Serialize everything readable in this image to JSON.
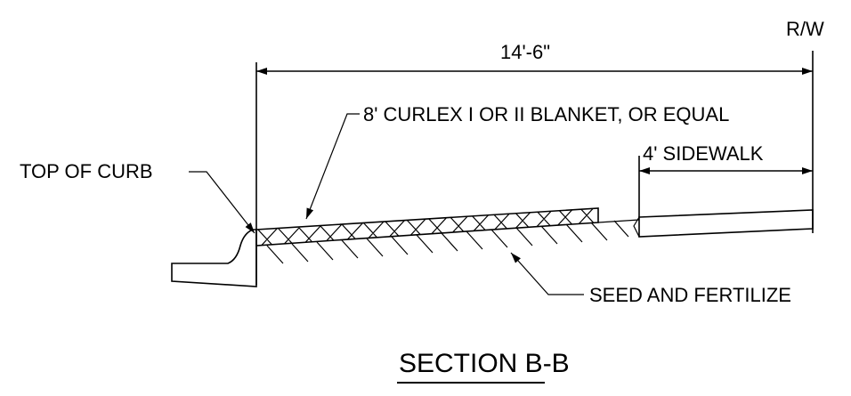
{
  "labels": {
    "row_marker": "R/W",
    "overall_dimension": "14'-6\"",
    "blanket_note": "8' CURLEX I OR II BLANKET, OR EQUAL",
    "sidewalk_dimension": "4' SIDEWALK",
    "top_of_curb": "TOP OF CURB",
    "seed_note": "SEED AND FERTILIZE"
  },
  "title": "SECTION B-B",
  "colors": {
    "line": "#000000",
    "background": "#ffffff"
  }
}
